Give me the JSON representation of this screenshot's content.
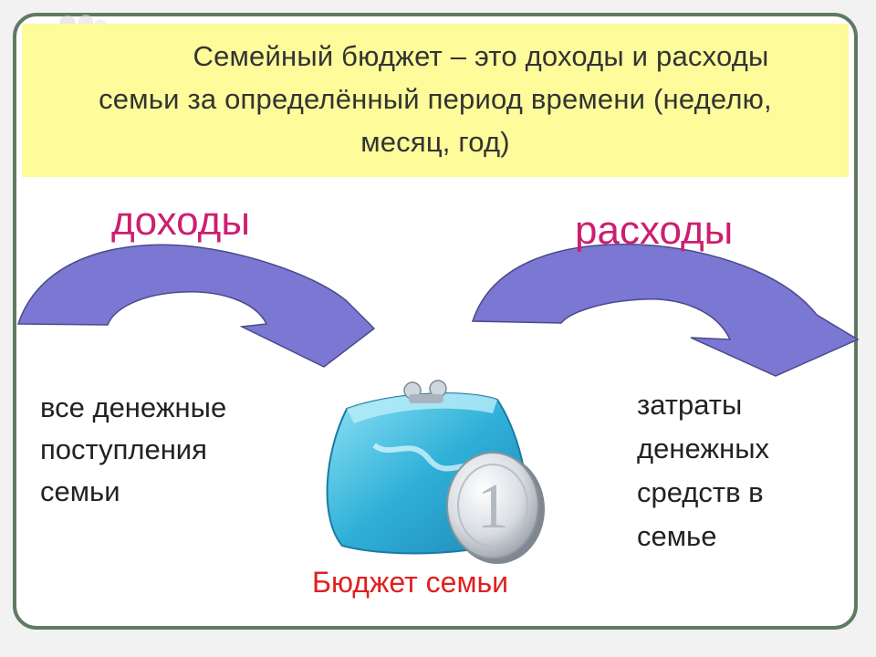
{
  "slide": {
    "headline_line1": "Семейный бюджет – это доходы и расходы",
    "headline_line2": "семьи за определённый период времени (неделю,",
    "headline_line3": "месяц, год)",
    "income_label": "доходы",
    "expense_label": "расходы",
    "income_desc": [
      "все денежные",
      "поступления",
      "семьи"
    ],
    "expense_desc": [
      "затраты",
      "денежных",
      "средств в",
      "семье"
    ],
    "purse_caption": "Бюджет семьи",
    "coin_number": "1"
  },
  "icons": [
    "curved-arrow-icon",
    "purse-icon",
    "coin-icon"
  ],
  "colors": {
    "frame": "#5f7a63",
    "headline_bg": "#fdfb9a",
    "accent_pink": "#cc1f70",
    "caption_red": "#e02020",
    "arrow_fill": "#7b78d4",
    "purse": "#3fb7d9"
  }
}
